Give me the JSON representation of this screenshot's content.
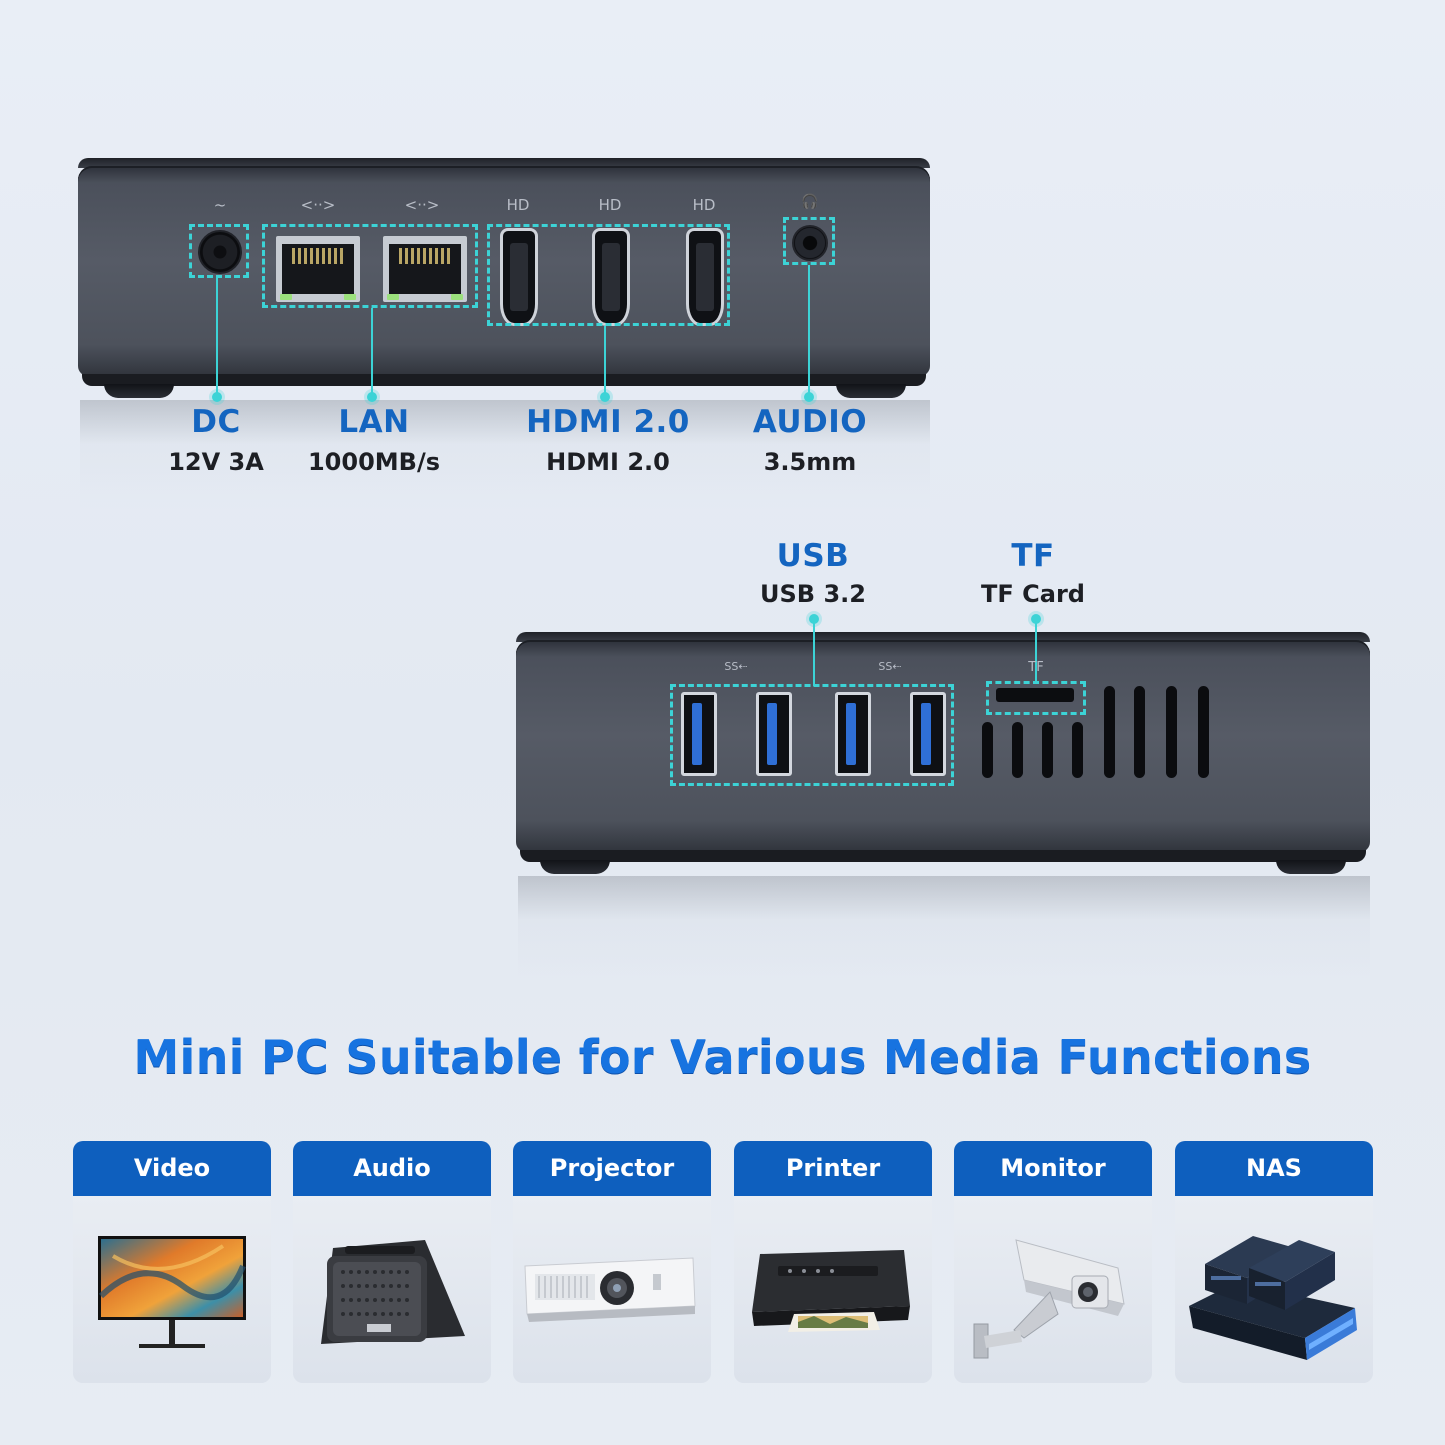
{
  "top_unit": {
    "port_labels": [
      "~",
      "<··>",
      "<··>",
      "HD",
      "HD",
      "HD",
      "🎧"
    ],
    "callouts": [
      {
        "name": "DC",
        "spec": "12V 3A"
      },
      {
        "name": "LAN",
        "spec": "1000MB/s"
      },
      {
        "name": "HDMI 2.0",
        "spec": "HDMI 2.0"
      },
      {
        "name": "AUDIO",
        "spec": "3.5mm"
      }
    ]
  },
  "bottom_unit": {
    "port_labels": [
      "SS⇠",
      "SS⇠",
      "TF"
    ],
    "callouts": [
      {
        "name": "USB",
        "spec": "USB 3.2"
      },
      {
        "name": "TF",
        "spec": "TF Card"
      }
    ]
  },
  "headline": "Mini PC Suitable for Various Media Functions",
  "cards": [
    {
      "title": "Video",
      "icon": "monitor-feathers-icon"
    },
    {
      "title": "Audio",
      "icon": "speaker-icon"
    },
    {
      "title": "Projector",
      "icon": "projector-icon"
    },
    {
      "title": "Printer",
      "icon": "printer-icon"
    },
    {
      "title": "Monitor",
      "icon": "security-camera-icon"
    },
    {
      "title": "NAS",
      "icon": "nas-drives-icon"
    }
  ],
  "colors": {
    "accent_blue": "#1465c0",
    "highlight_cyan": "#3cd3d6",
    "card_header": "#0e5fbe"
  }
}
